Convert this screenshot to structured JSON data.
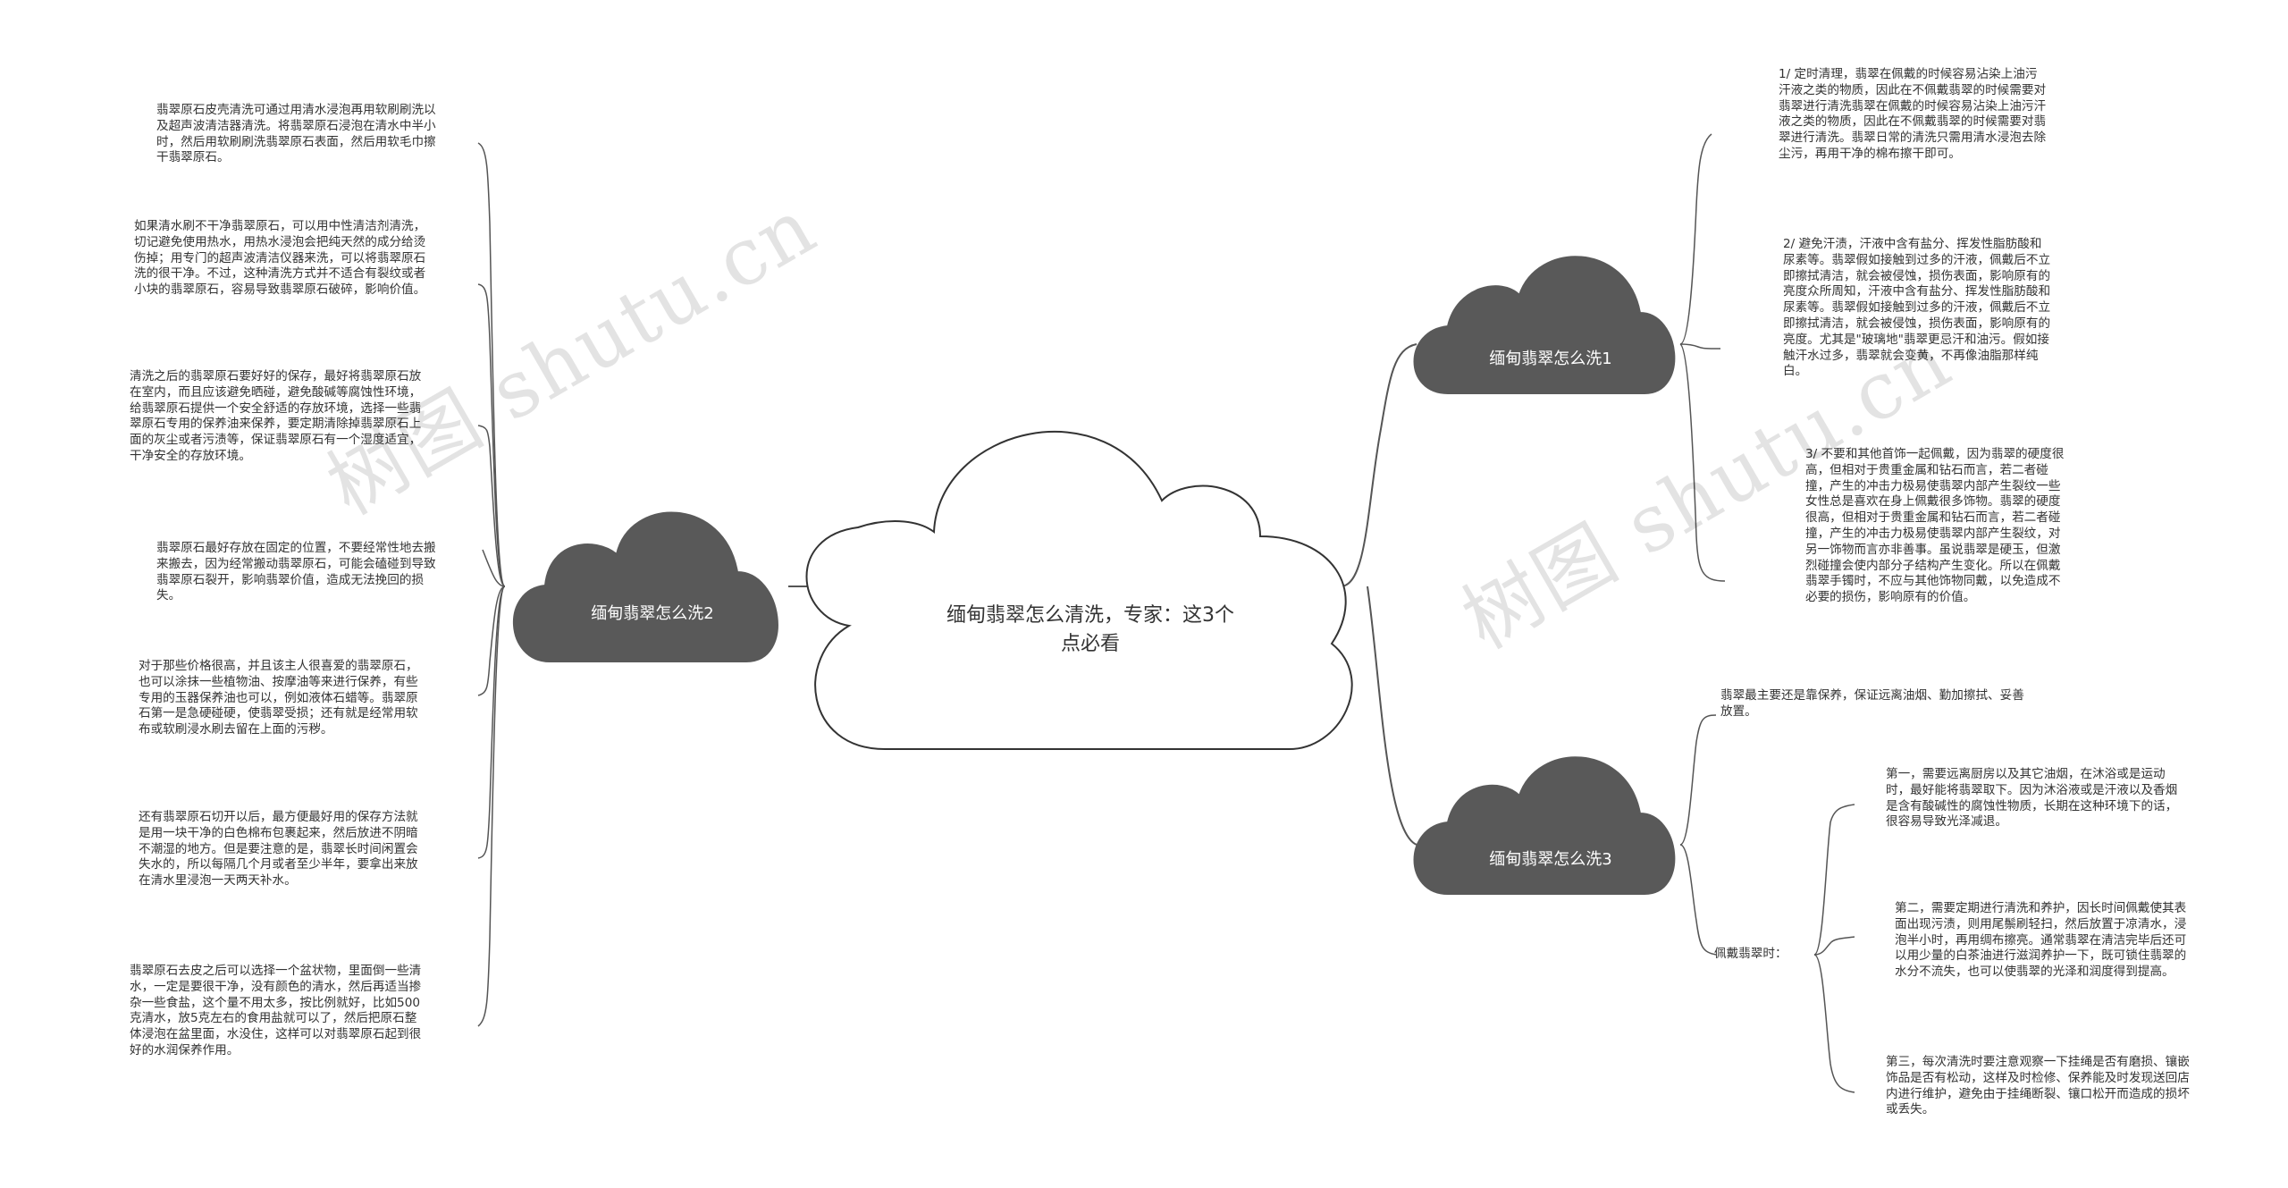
{
  "root": {
    "title": "缅甸翡翠怎么清洗，专家：这3个点必看"
  },
  "branches": {
    "b1": {
      "title": "缅甸翡翠怎么洗1"
    },
    "b2": {
      "title": "缅甸翡翠怎么洗2"
    },
    "b3": {
      "title": "缅甸翡翠怎么洗3"
    }
  },
  "b1_notes": [
    "1/ 定时清理，翡翠在佩戴的时候容易沾染上油污汗液之类的物质，因此在不佩戴翡翠的时候需要对翡翠进行清洗翡翠在佩戴的时候容易沾染上油污汗液之类的物质，因此在不佩戴翡翠的时候需要对翡翠进行清洗。翡翠日常的清洗只需用清水浸泡去除尘污，再用干净的棉布擦干即可。",
    "2/ 避免汗渍，汗液中含有盐分、挥发性脂肪酸和尿素等。翡翠假如接触到过多的汗液，佩戴后不立即擦拭清洁，就会被侵蚀，损伤表面，影响原有的亮度众所周知，汗液中含有盐分、挥发性脂肪酸和尿素等。翡翠假如接触到过多的汗液，佩戴后不立即擦拭清洁，就会被侵蚀，损伤表面，影响原有的亮度。尤其是\"玻璃地\"翡翠更忌汗和油污。假如接触汗水过多，翡翠就会变黄，不再像油脂那样纯白。",
    "3/ 不要和其他首饰一起佩戴，因为翡翠的硬度很高，但相对于贵重金属和钻石而言，若二者碰撞，产生的冲击力极易使翡翠内部产生裂纹一些女性总是喜欢在身上佩戴很多饰物。翡翠的硬度很高，但相对于贵重金属和钻石而言，若二者碰撞，产生的冲击力极易使翡翠内部产生裂纹，对另一饰物而言亦非善事。虽说翡翠是硬玉，但激烈碰撞会使内部分子结构产生变化。所以在佩戴翡翠手镯时，不应与其他饰物同戴，以免造成不必要的损伤，影响原有的价值。"
  ],
  "b2_notes": [
    "翡翠原石皮壳清洗可通过用清水浸泡再用软刷刷洗以及超声波清洁器清洗。将翡翠原石浸泡在清水中半小时，然后用软刷刷洗翡翠原石表面，然后用软毛巾擦干翡翠原石。",
    "如果清水刷不干净翡翠原石，可以用中性清洁剂清洗，切记避免使用热水，用热水浸泡会把纯天然的成分给烫伤掉；用专门的超声波清洁仪器来洗，可以将翡翠原石洗的很干净。不过，这种清洗方式并不适合有裂纹或者小块的翡翠原石，容易导致翡翠原石破碎，影响价值。",
    "清洗之后的翡翠原石要好好的保存，最好将翡翠原石放在室内，而且应该避免晒碰，避免酸碱等腐蚀性环境，给翡翠原石提供一个安全舒适的存放环境，选择一些翡翠原石专用的保养油来保养，要定期清除掉翡翠原石上面的灰尘或者污渍等，保证翡翠原石有一个湿度适宜，干净安全的存放环境。",
    "翡翠原石最好存放在固定的位置，不要经常性地去搬来搬去，因为经常搬动翡翠原石，可能会磕碰到导致翡翠原石裂开，影响翡翠价值，造成无法挽回的损失。",
    "对于那些价格很高，并且该主人很喜爱的翡翠原石，也可以涂抹一些植物油、按摩油等来进行保养，有些专用的玉器保养油也可以，例如液体石蜡等。翡翠原石第一是急硬碰硬，使翡翠受损；还有就是经常用软布或软刷浸水刷去留在上面的污秽。",
    "还有翡翠原石切开以后，最方便最好用的保存方法就是用一块干净的白色棉布包裹起来，然后放进不阴暗不潮湿的地方。但是要注意的是，翡翠长时间闲置会失水的，所以每隔几个月或者至少半年，要拿出来放在清水里浸泡一天两天补水。",
    "翡翠原石去皮之后可以选择一个盆状物，里面倒一些清水，一定是要很干净，没有颜色的清水，然后再适当掺杂一些食盐，这个量不用太多，按比例就好，比如500克清水，放5克左右的食用盐就可以了，然后把原石整体浸泡在盆里面，水没住，这样可以对翡翠原石起到很好的水润保养作用。"
  ],
  "b3_summary": "翡翠最主要还是靠保养，保证远离油烟、勤加擦拭、妥善放置。",
  "b3_sub_label": "佩戴翡翠时：",
  "b3_sub_notes": [
    "第一，需要远离厨房以及其它油烟，在沐浴或是运动时，最好能将翡翠取下。因为沐浴液或是汗液以及香烟是含有酸碱性的腐蚀性物质，长期在这种环境下的话，很容易导致光泽减退。",
    "第二，需要定期进行清洗和养护，因长时间佩戴使其表面出现污渍，则用尾鬃刷轻扫，然后放置于凉清水，浸泡半小时，再用绸布擦亮。通常翡翠在清洁完毕后还可以用少量的白茶油进行滋润养护一下，既可锁住翡翠的水分不流失，也可以使翡翠的光泽和润度得到提高。",
    "第三，每次清洗时要注意观察一下挂绳是否有磨损、镶嵌饰品是否有松动，这样及时检修、保养能及时发现送回店内进行维护，避免由于挂绳断裂、镶口松开而造成的损坏或丢失。"
  ],
  "watermarks": [
    "树图 shutu.cn",
    "树图 shutu.cn"
  ],
  "colors": {
    "branch_fill": "#595959",
    "root_fill": "#ffffff",
    "line": "#555555"
  }
}
